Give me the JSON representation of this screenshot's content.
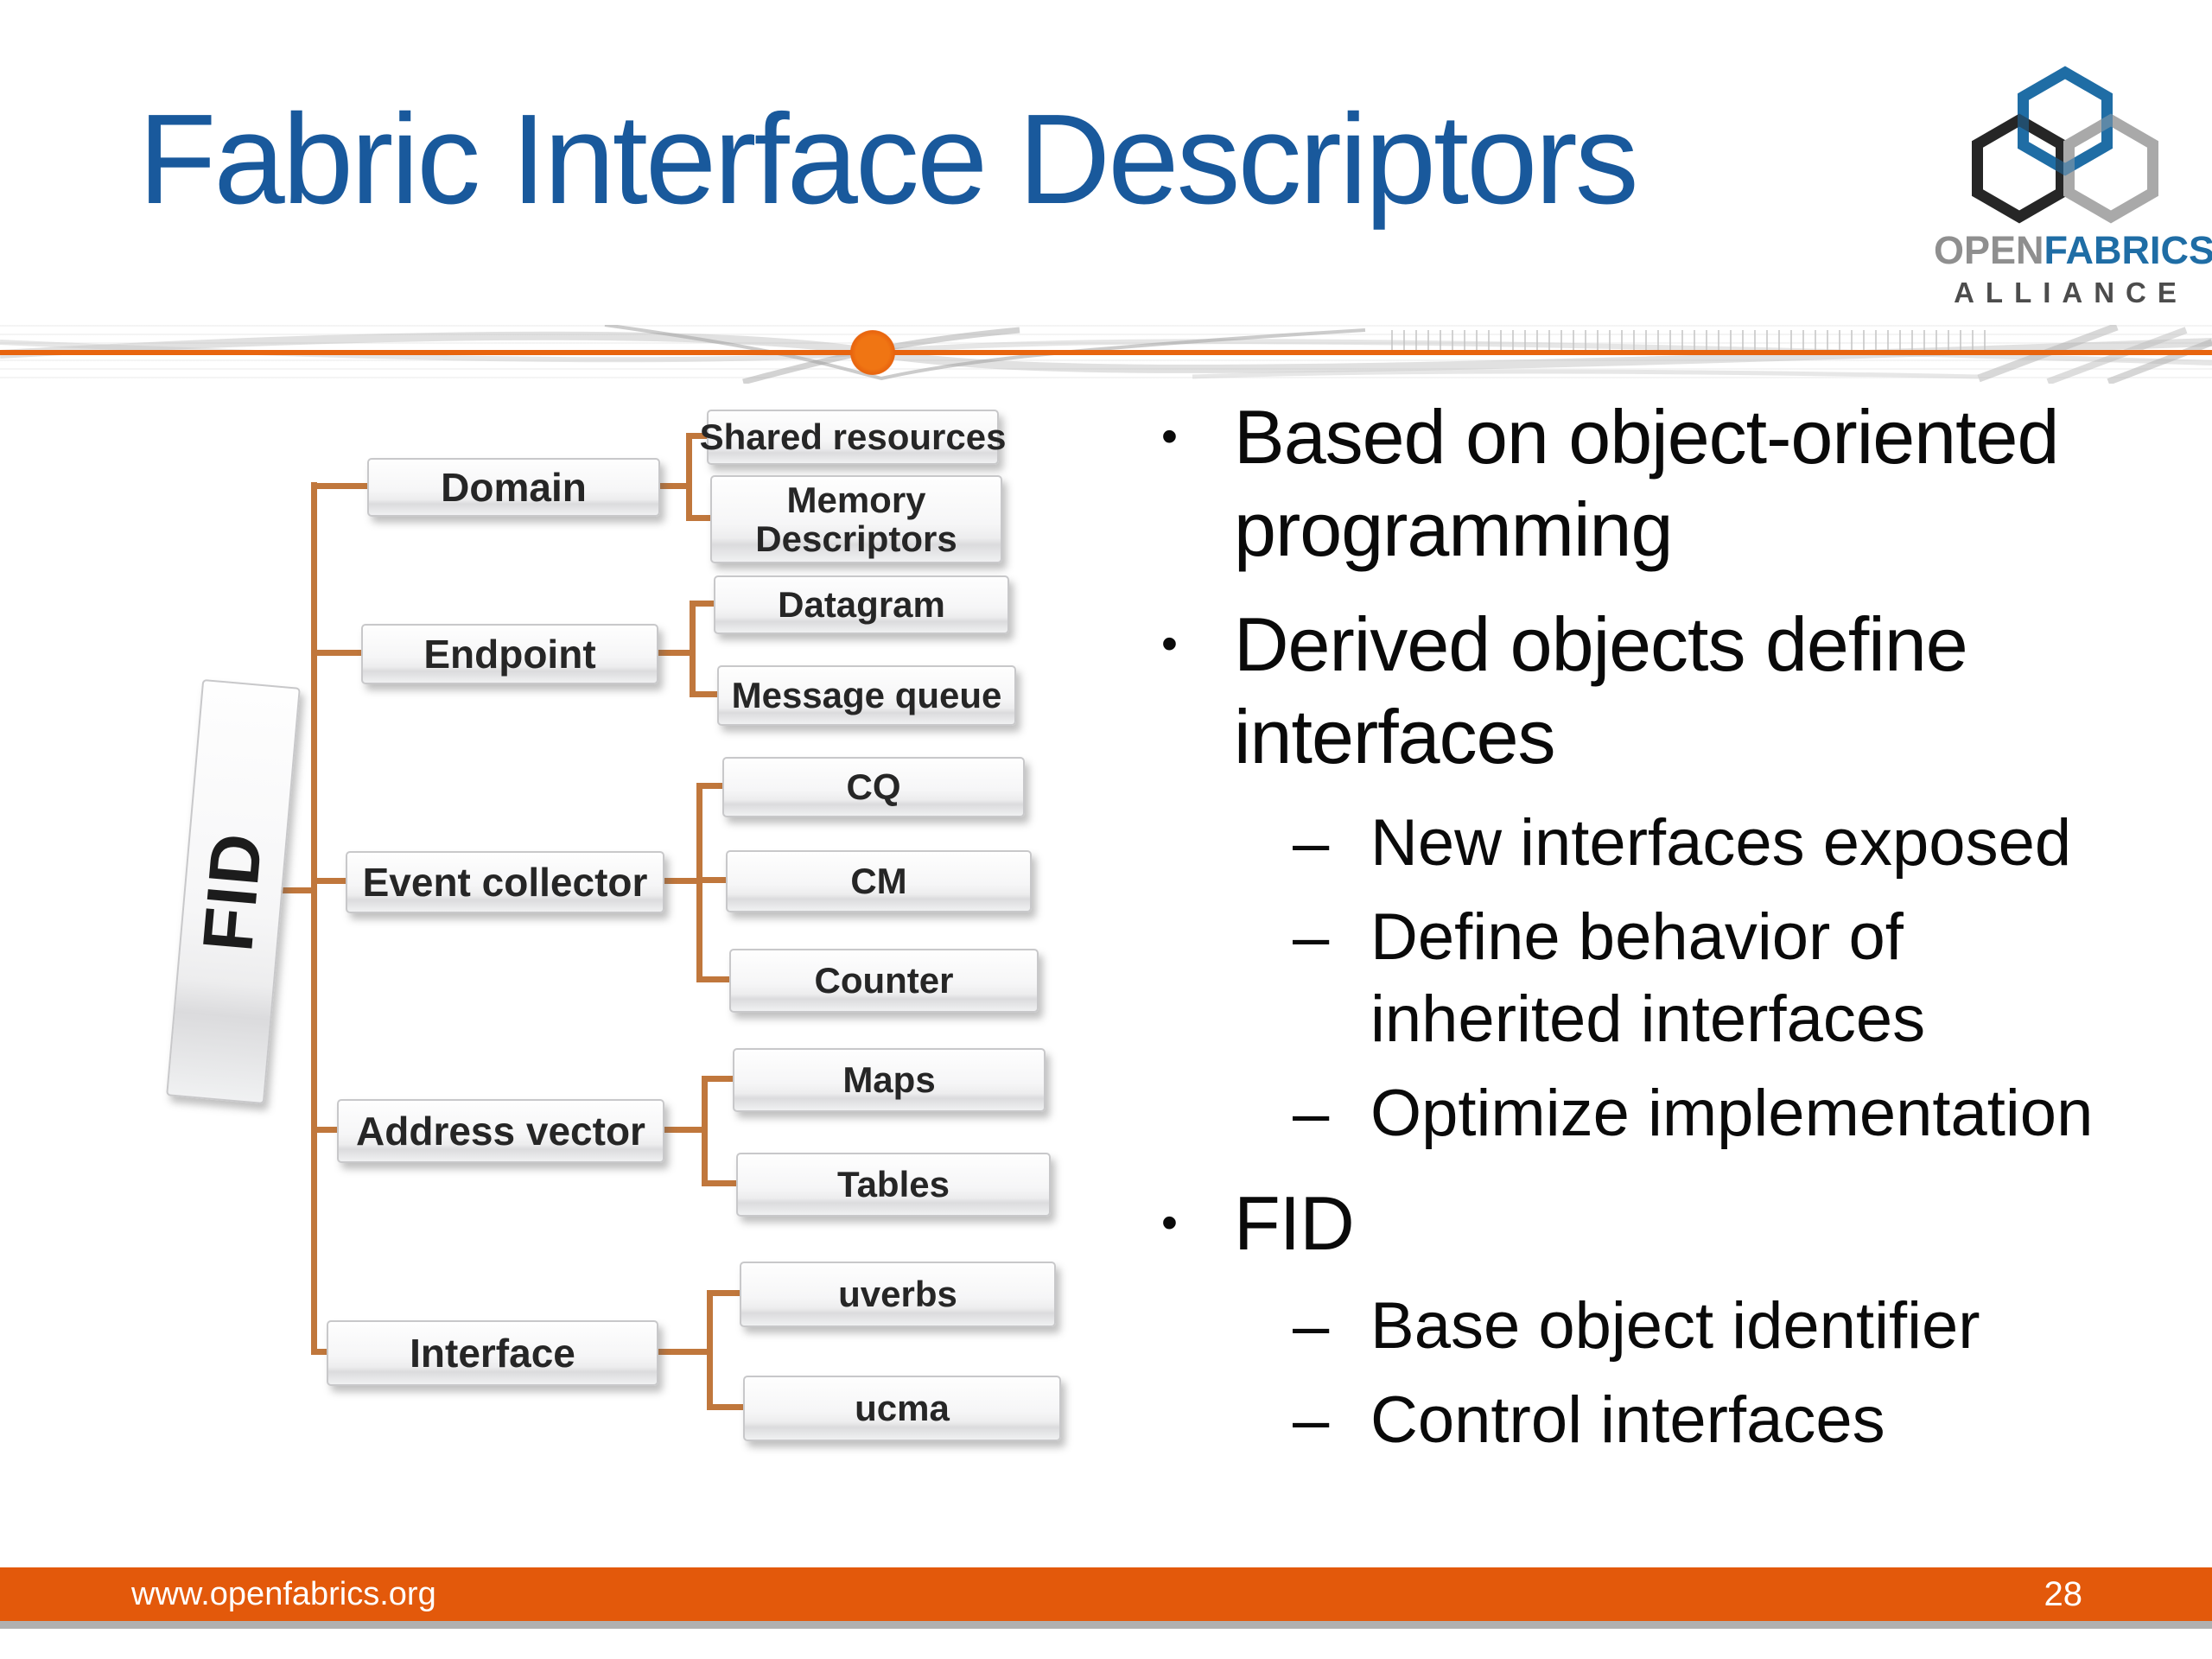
{
  "slide": {
    "title": "Fabric Interface Descriptors",
    "footer_url": "www.openfabrics.org",
    "page_number": "28"
  },
  "logo": {
    "word_gray": "OPEN",
    "word_blue": "FABRICS",
    "line2": "ALLIANCE"
  },
  "colors": {
    "title_blue": "#19599c",
    "accent_orange": "#e8640e",
    "connector_brown": "#c0773c",
    "footer_orange": "#e3590b",
    "logo_blue": "#1f6da5",
    "logo_gray": "#a9a9a9",
    "logo_black": "#262626"
  },
  "diagram": {
    "root_label": "FID",
    "parents": [
      {
        "label": "Domain"
      },
      {
        "label": "Endpoint"
      },
      {
        "label": "Event collector"
      },
      {
        "label": "Address vector"
      },
      {
        "label": "Interface"
      }
    ],
    "children": [
      {
        "label": "Shared resources"
      },
      {
        "label": "Memory Descriptors"
      },
      {
        "label": "Datagram"
      },
      {
        "label": "Message queue"
      },
      {
        "label": "CQ"
      },
      {
        "label": "CM"
      },
      {
        "label": "Counter"
      },
      {
        "label": "Maps"
      },
      {
        "label": "Tables"
      },
      {
        "label": "uverbs"
      },
      {
        "label": "ucma"
      }
    ]
  },
  "bullets": {
    "items": [
      {
        "marker": "•",
        "text": "Based on object-oriented programming"
      },
      {
        "marker": "•",
        "text": "Derived objects define interfaces"
      },
      {
        "marker": "–",
        "text": "New interfaces exposed"
      },
      {
        "marker": "–",
        "text": "Define behavior of inherited interfaces"
      },
      {
        "marker": "–",
        "text": "Optimize implementation"
      },
      {
        "marker": "•",
        "text": "FID"
      },
      {
        "marker": "–",
        "text": "Base object identifier"
      },
      {
        "marker": "–",
        "text": "Control interfaces"
      }
    ]
  }
}
